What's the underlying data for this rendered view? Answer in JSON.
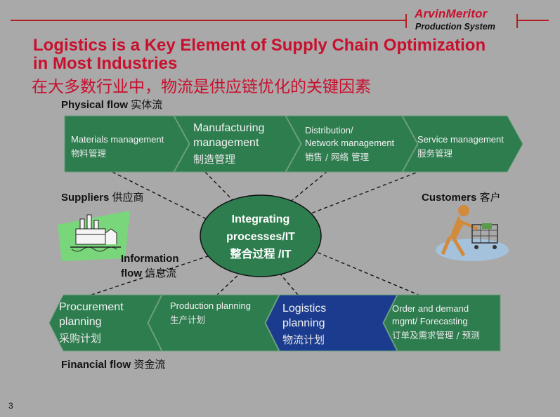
{
  "brand": {
    "name": "ArvinMeritor",
    "sub": "Production System"
  },
  "title": {
    "line1": "Logistics is a Key Element of Supply Chain Optimization",
    "line2": "in Most Industries",
    "cn": "在大多数行业中，物流是供应链优化的关键因素"
  },
  "labels": {
    "physical_flow": "Physical flow",
    "physical_flow_cn": "实体流",
    "suppliers": "Suppliers",
    "suppliers_cn": "供应商",
    "customers": "Customers",
    "customers_cn": "客户",
    "information_flow_1": "Information",
    "information_flow_2": "flow",
    "information_flow_cn": "信息流",
    "financial_flow": "Financial flow",
    "financial_flow_cn": "资金流"
  },
  "center": {
    "line1": "Integrating",
    "line2": "processes/IT",
    "line3": "整合过程 /IT"
  },
  "top_chain": [
    {
      "en": "Materials management",
      "cn": "物料管理"
    },
    {
      "en1": "Manufacturing",
      "en2": "management",
      "cn": "制造管理"
    },
    {
      "en1": "Distribution/",
      "en2": "Network management",
      "cn": "销售 / 网络  管理"
    },
    {
      "en": "Service management",
      "cn": "服务管理"
    }
  ],
  "bottom_chain": [
    {
      "en1": "Procurement",
      "en2": "planning",
      "cn": "采购计划"
    },
    {
      "en": "Production planning",
      "cn": "生产计划"
    },
    {
      "en1": "Logistics",
      "en2": "planning",
      "cn": "物流计划"
    },
    {
      "en1": "Order and demand",
      "en2": "mgmt/ Forecasting",
      "cn": "订单及需求管理 / 预测"
    }
  ],
  "page_number": "3",
  "colors": {
    "green": "#2e7d4f",
    "blue": "#1b3c8e",
    "red": "#c8102e",
    "background": "#a9a9a9"
  }
}
